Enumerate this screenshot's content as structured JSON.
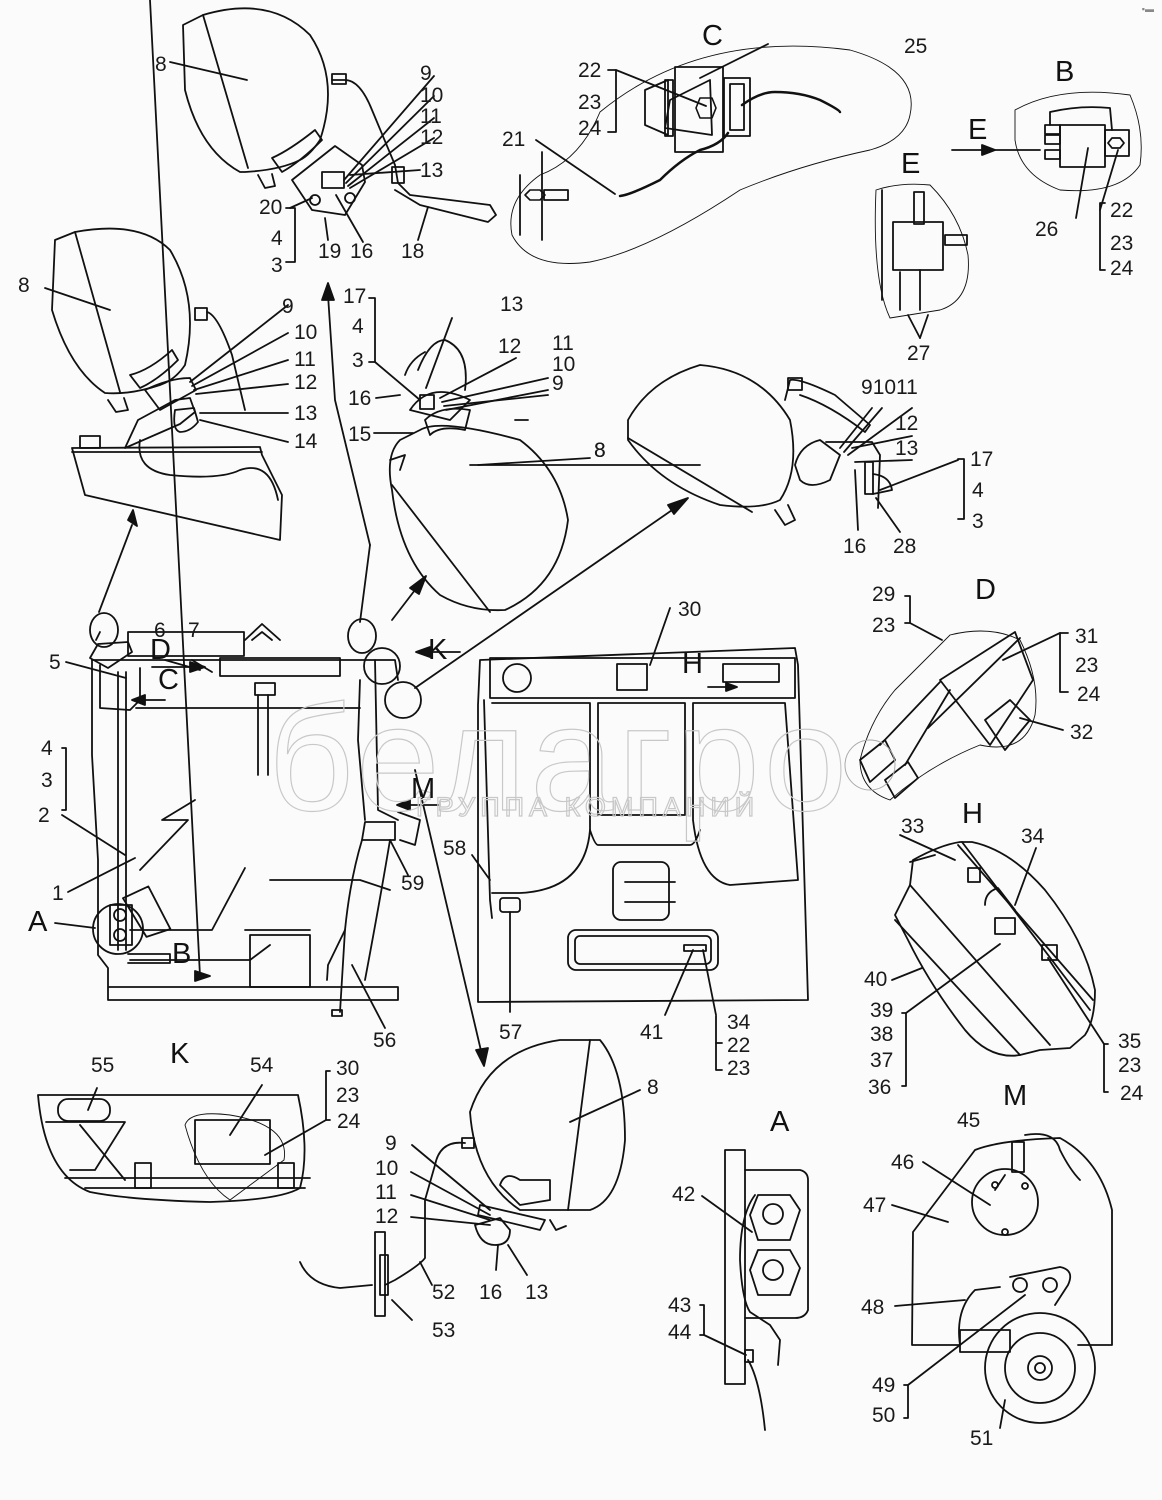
{
  "diagram": {
    "title": "",
    "watermark": {
      "logo_text": "белагро",
      "subtitle": "ГРУППА КОМПАНИЙ"
    },
    "corner_mark": "▪▬",
    "view_letters": {
      "C": "C",
      "B": "B",
      "E_arrow": "E",
      "E_view": "E",
      "D_view": "D",
      "H_view": "H",
      "K_view": "K",
      "A_view": "A",
      "M_view": "M",
      "D_arrow": "D",
      "C_arrow": "C",
      "K_arrow": "K",
      "H_arrow": "H",
      "M_arrow": "M",
      "A_callout": "A",
      "B_arrow": "B"
    },
    "callouts": {
      "top_lamp": [
        "8",
        "9",
        "10",
        "11",
        "12",
        "13",
        "20",
        "4",
        "3",
        "19",
        "16",
        "18"
      ],
      "left_lamp": [
        "8",
        "9",
        "10",
        "11",
        "12",
        "13",
        "14"
      ],
      "center_lamp": [
        "17",
        "4",
        "3",
        "16",
        "15",
        "13",
        "12",
        "11",
        "10",
        "9",
        "8"
      ],
      "right_lamp": [
        "8",
        "9",
        "10",
        "11",
        "12",
        "13",
        "17",
        "4",
        "3",
        "16",
        "28"
      ],
      "view_C": [
        "25",
        "22",
        "23",
        "24",
        "21"
      ],
      "view_B": [
        "26",
        "22",
        "23",
        "24"
      ],
      "view_E": [
        "27"
      ],
      "view_D": [
        "29",
        "23",
        "31",
        "23",
        "24",
        "32"
      ],
      "cab_side": [
        "6",
        "7",
        "5",
        "4",
        "3",
        "2",
        "1",
        "59",
        "56"
      ],
      "cab_rear": [
        "30",
        "58",
        "57",
        "41",
        "34",
        "22",
        "23"
      ],
      "view_H": [
        "33",
        "34",
        "40",
        "39",
        "38",
        "37",
        "36",
        "35",
        "23",
        "24"
      ],
      "view_K": [
        "55",
        "54",
        "30",
        "23",
        "24"
      ],
      "bottom_lamp": [
        "8",
        "9",
        "10",
        "11",
        "12",
        "16",
        "13",
        "52",
        "53"
      ],
      "view_A": [
        "42",
        "43",
        "44"
      ],
      "view_M": [
        "45",
        "46",
        "47",
        "48",
        "49",
        "50",
        "51"
      ]
    }
  }
}
